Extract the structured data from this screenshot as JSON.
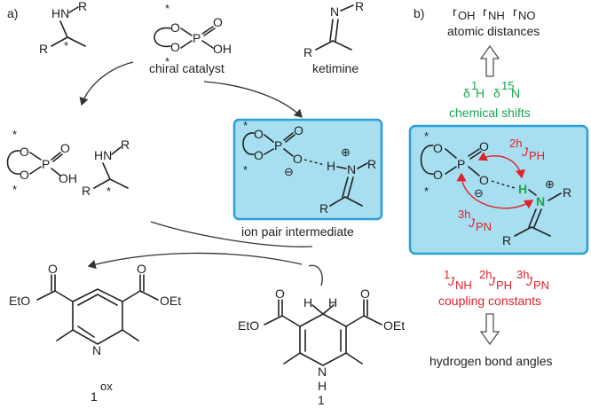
{
  "panel_a": {
    "label": "a)",
    "amine": {
      "hn": "HN",
      "r_top": "R",
      "r_left": "R",
      "star": "*"
    },
    "catalyst": {
      "o1": "O",
      "o2": "O",
      "p": "P",
      "o_dbl": "O",
      "oh": "OH",
      "star": "*",
      "label": "chiral catalyst"
    },
    "ketimine": {
      "n": "N",
      "r_top": "R",
      "r_left": "R",
      "label": "ketimine"
    },
    "catalyst_left": {
      "o1": "O",
      "o2": "O",
      "p": "P",
      "o_dbl": "O",
      "oh": "OH",
      "star": "*"
    },
    "amine_left": {
      "hn": "HN",
      "r_top": "R",
      "r_left": "R",
      "star": "*"
    },
    "intermediate": {
      "o1": "O",
      "o2": "O",
      "p": "P",
      "o_dbl": "O",
      "o_neg": "O",
      "h": "H",
      "n": "N",
      "r_n": "R",
      "r_c": "R",
      "minus": "⊖",
      "plus": "⊕",
      "label": "ion pair intermediate"
    },
    "oxidized": {
      "eto": "EtO",
      "oet": "OEt",
      "o1": "O",
      "o2": "O",
      "n": "N",
      "label": "1",
      "sup": "ox"
    },
    "hantzsch": {
      "eto": "EtO",
      "oet": "OEt",
      "o1": "O",
      "o2": "O",
      "h1": "H",
      "h2": "H",
      "nh": "N",
      "nh_h": "H",
      "label": "1"
    }
  },
  "panel_b": {
    "label": "b)",
    "distances": {
      "r": "r",
      "sub_oh": "OH",
      "sub_nh": "NH",
      "sub_no": "NO",
      "text": "atomic distances"
    },
    "shifts": {
      "delta": "δ",
      "sup1": "1",
      "h": "H",
      "sup15": "15",
      "n": "N",
      "text": "chemical shifts"
    },
    "box": {
      "o1": "O",
      "o2": "O",
      "p": "P",
      "o_dbl": "O",
      "o_neg": "O",
      "h": "H",
      "n": "N",
      "r_n": "R",
      "r_c": "R",
      "minus": "⊖",
      "plus": "⊕",
      "j_ph_pre": "2h",
      "j_pn_pre": "3h",
      "j": "J",
      "sub_ph": "PH",
      "sub_pn": "PN"
    },
    "couplings": {
      "j": "J",
      "pre1": "1",
      "pre2h": "2h",
      "pre3h": "3h",
      "sub_nh": "NH",
      "sub_ph": "PH",
      "sub_pn": "PN",
      "text": "coupling constants"
    },
    "angles": {
      "text": "hydrogen bond angles"
    }
  },
  "colors": {
    "box_fill": "#a7dff0",
    "box_stroke": "#2a9fd6",
    "green": "#19a64a",
    "red": "#e0202a"
  }
}
